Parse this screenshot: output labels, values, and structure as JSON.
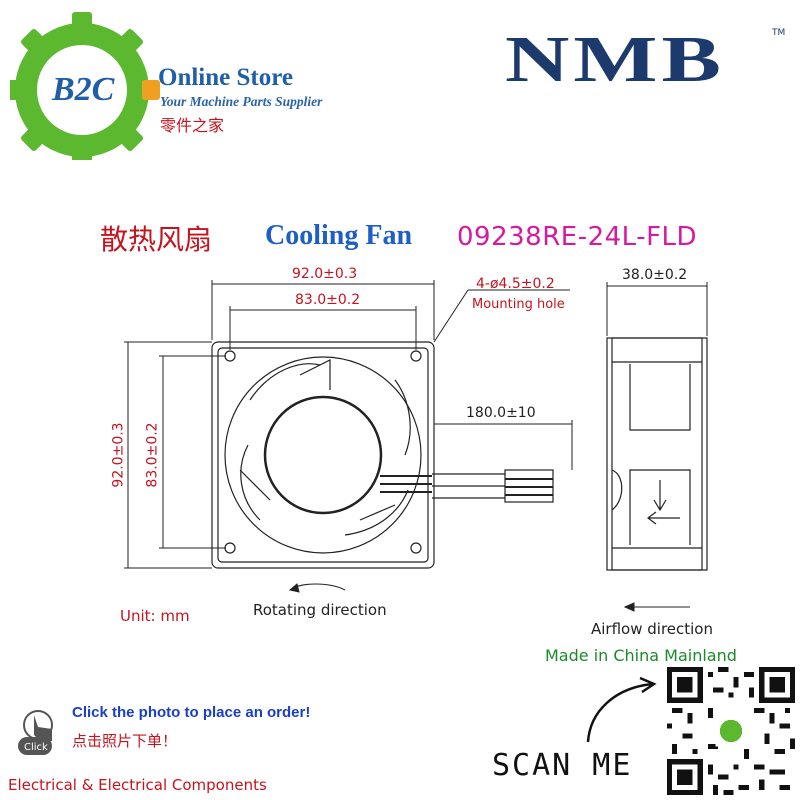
{
  "brand": {
    "logo_text": "B2C",
    "title": "Online Store",
    "subtitle": "Your Machine Parts Supplier",
    "chinese_name": "零件之家"
  },
  "manufacturer": {
    "name": "NMB",
    "trademark": "TM"
  },
  "product": {
    "title_cn": "散热风扇",
    "title_en": "Cooling Fan",
    "model": "09238RE-24L-FLD"
  },
  "drawing": {
    "width_outer": "92.0±0.3",
    "width_hole": "83.0±0.2",
    "height_outer": "92.0±0.3",
    "height_hole": "83.0±0.2",
    "mounting_hole_spec": "4-ø4.5±0.2",
    "mounting_hole_label": "Mounting hole",
    "cable_length": "180.0±10",
    "depth": "38.0±0.2",
    "unit_label": "Unit: mm",
    "rotating_label": "Rotating direction",
    "airflow_label": "Airflow direction"
  },
  "origin": "Made in China Mainland",
  "order": {
    "icon_text": "Click",
    "text_en": "Click the photo to place an order!",
    "text_cn": "点击照片下单！"
  },
  "scan_label": "SCAN ME",
  "footer_text": "Electrical & Electrical Components",
  "colors": {
    "accent_red": "#c5141e",
    "brand_blue": "#1f5fa8",
    "nmb_navy": "#1c3a6b",
    "model_magenta": "#d61aa0",
    "gear_green": "#5cb82e",
    "origin_green": "#1a8a2a"
  }
}
